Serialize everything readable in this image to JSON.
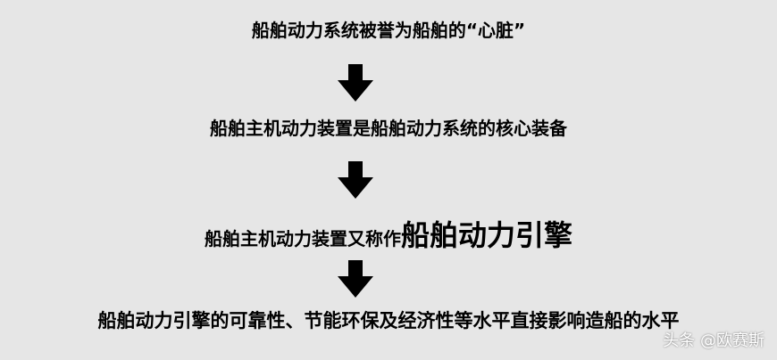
{
  "colors": {
    "background": "#e6e6e6",
    "text": "#000000",
    "arrow": "#000000",
    "watermark": "#ffffff"
  },
  "flow": {
    "step1": "船舶动力系统被誉为船舶的“心脏”",
    "step2": "船舶主机动力装置是船舶动力系统的核心装备",
    "step3_prefix": "船舶主机动力装置又称作",
    "step3_emphasis": "船舶动力引擎",
    "step4": "船舶动力引擎的可靠性、节能环保及经济性等水平直接影响造船的水平"
  },
  "watermark": {
    "text": "头条 @欧赛斯"
  },
  "icons": [
    "arrow-down-icon",
    "arrow-down-icon",
    "arrow-down-icon"
  ]
}
